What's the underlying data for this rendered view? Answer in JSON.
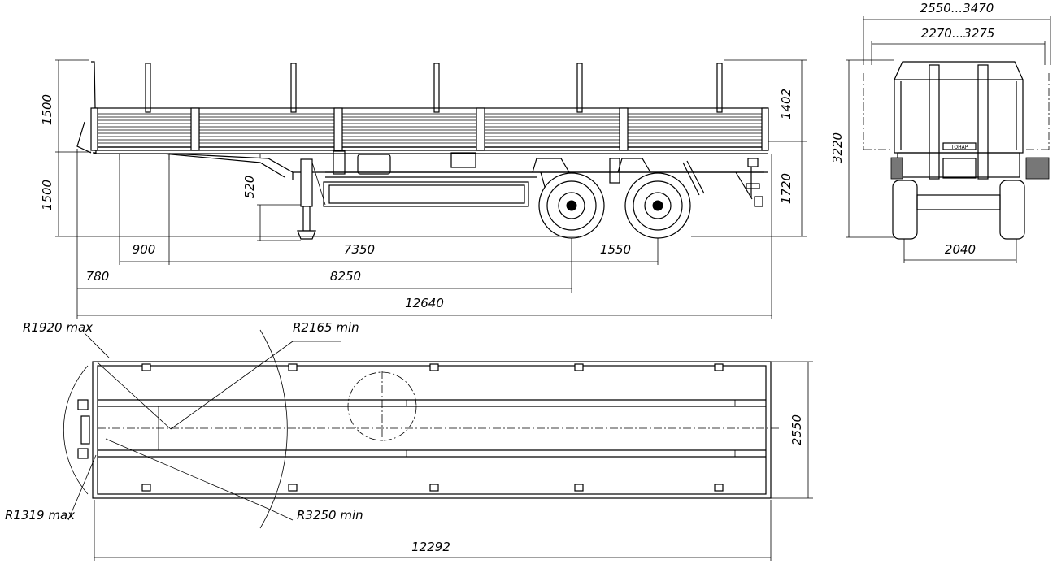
{
  "dimensions": {
    "side_deck_height_left": "1500",
    "side_lower_height": "1500",
    "side_stanchion_height": "1402",
    "side_deck_height_right": "1720",
    "landing_gear_travel": "520",
    "kingpin_to_leg": "900",
    "leg_to_axle": "7350",
    "axle_to_rear": "1550",
    "front_overhang": "780",
    "kingpin_to_axle": "8250",
    "total_length_side": "12640",
    "rear_total_width": "2550...3470",
    "rear_inner_width": "2270...3275",
    "rear_height": "3220",
    "track_width": "2040",
    "plan_width": "2550",
    "plan_length": "12292"
  },
  "radii": {
    "r1920": "R1920 max",
    "r2165": "R2165 min",
    "r1319": "R1319 max",
    "r3250": "R3250 min"
  },
  "plate_text": "ТОНАР"
}
